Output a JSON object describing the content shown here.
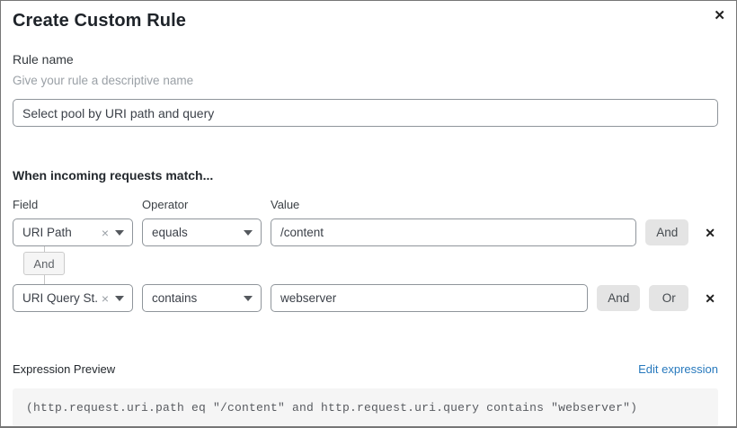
{
  "dialog": {
    "title": "Create Custom Rule"
  },
  "icons": {
    "close": "✕",
    "remove": "✕",
    "clear": "×"
  },
  "rule_name": {
    "label": "Rule name",
    "helper": "Give your rule a descriptive name",
    "value": "Select pool by URI path and query"
  },
  "match": {
    "heading": "When incoming requests match...",
    "columns": {
      "field": "Field",
      "operator": "Operator",
      "value": "Value"
    },
    "rows": [
      {
        "field": "URI Path",
        "operator": "equals",
        "value": "/content",
        "buttons": [
          "And"
        ]
      },
      {
        "field": "URI Query St...",
        "operator": "contains",
        "value": "webserver",
        "buttons": [
          "And",
          "Or"
        ]
      }
    ],
    "connector": "And"
  },
  "expression": {
    "label": "Expression Preview",
    "edit_link": "Edit expression",
    "code": "(http.request.uri.path eq \"/content\" and http.request.uri.query contains \"webserver\")"
  },
  "colors": {
    "link": "#2779bd",
    "button_bg": "#e4e4e4",
    "input_border": "#8f959b",
    "code_bg": "#f5f5f5"
  }
}
